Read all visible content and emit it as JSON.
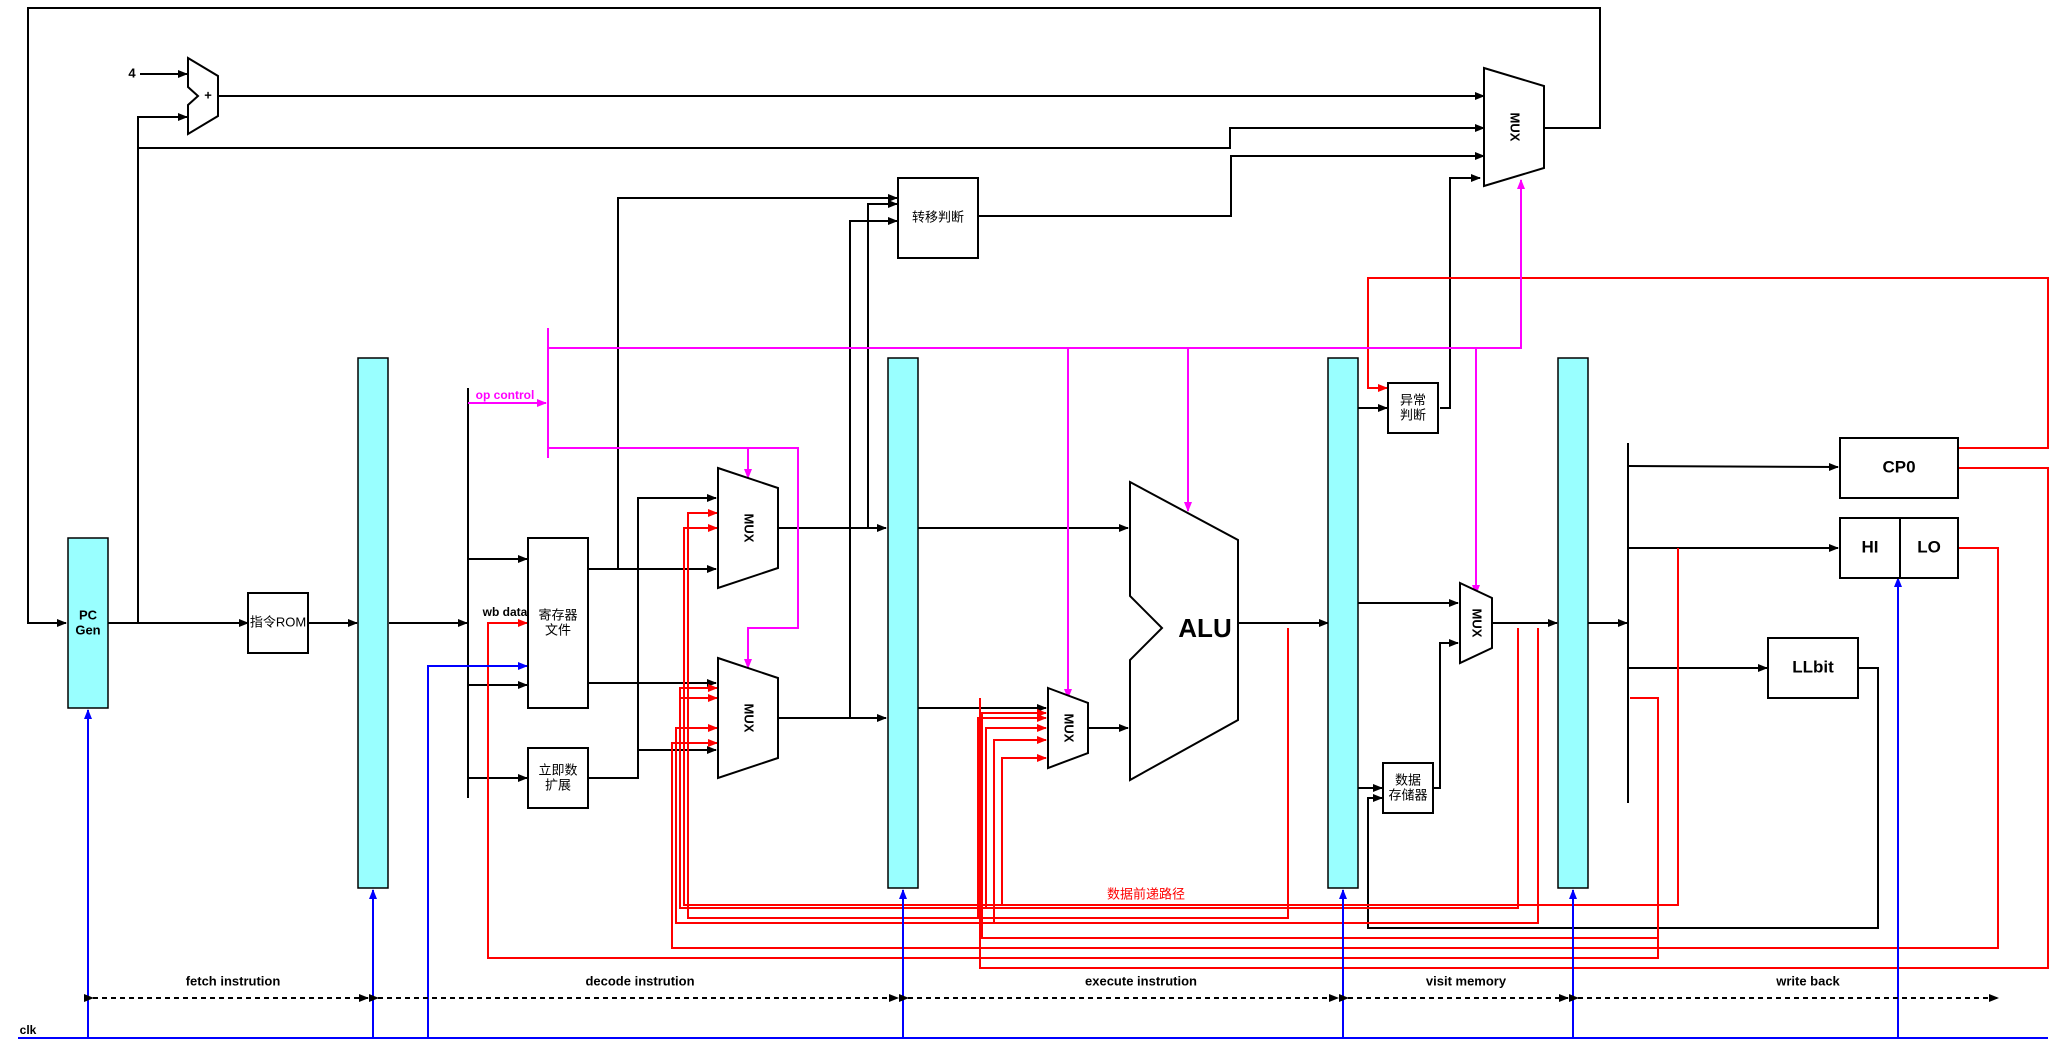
{
  "colors": {
    "wire": "#000000",
    "forward": "#ff0000",
    "control": "#ff00ff",
    "clock": "#0000ff",
    "pipeline_register": "#99ffff"
  },
  "labels": {
    "const_four": "4",
    "adder": "+",
    "pc_gen": [
      "PC",
      "Gen"
    ],
    "inst_rom": "指令ROM",
    "regfile": [
      "寄存器",
      "文件"
    ],
    "imm_ext": [
      "立即数",
      "扩展"
    ],
    "branch": "转移判断",
    "alu": "ALU",
    "exception": [
      "异常",
      "判断"
    ],
    "data_mem": [
      "数据",
      "存储器"
    ],
    "cp0": "CP0",
    "hi": "HI",
    "lo": "LO",
    "llbit": "LLbit",
    "mux": "MUX",
    "op_control": "op control",
    "wb_data": "wb data",
    "forward_path": "数据前递路径",
    "clk": "clk"
  },
  "stages": [
    "fetch instrution",
    "decode instrution",
    "execute instrution",
    "visit memory",
    "write back"
  ]
}
